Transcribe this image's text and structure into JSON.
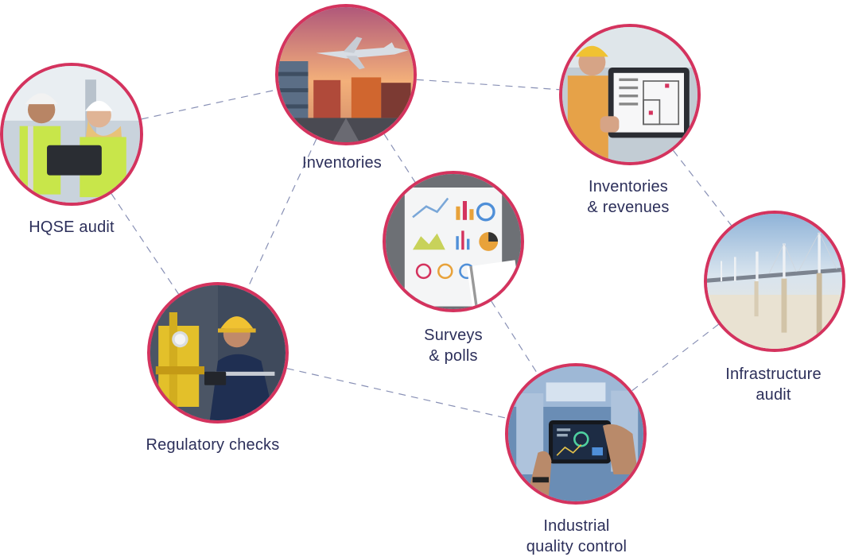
{
  "accent_color": "#d4335e",
  "link_color": "#8890b5",
  "text_color": "#2c2f5a",
  "nodes": {
    "hqse": {
      "label": "HQSE audit",
      "image": "workers-with-tablet-photo"
    },
    "inventories": {
      "label": "Inventories",
      "image": "cargo-plane-trucks-photo"
    },
    "inv_rev": {
      "line1": "Inventories",
      "line2": "& revenues",
      "image": "floor-plan-tablet-photo"
    },
    "surveys": {
      "line1": "Surveys",
      "line2": "& polls",
      "image": "charts-report-photo"
    },
    "infra": {
      "line1": "Infrastructure",
      "line2": "audit",
      "image": "cable-bridge-fog-photo"
    },
    "regulatory": {
      "label": "Regulatory checks",
      "image": "technician-valves-photo"
    },
    "industrial": {
      "line1": "Industrial",
      "line2": "quality control",
      "image": "tablet-dashboard-factory-photo"
    }
  },
  "links": [
    [
      "hqse",
      "inventories"
    ],
    [
      "inventories",
      "inv_rev"
    ],
    [
      "inventories",
      "surveys"
    ],
    [
      "inventories",
      "regulatory"
    ],
    [
      "hqse",
      "regulatory"
    ],
    [
      "inv_rev",
      "infra"
    ],
    [
      "surveys",
      "industrial"
    ],
    [
      "regulatory",
      "industrial"
    ],
    [
      "infra",
      "industrial"
    ]
  ]
}
